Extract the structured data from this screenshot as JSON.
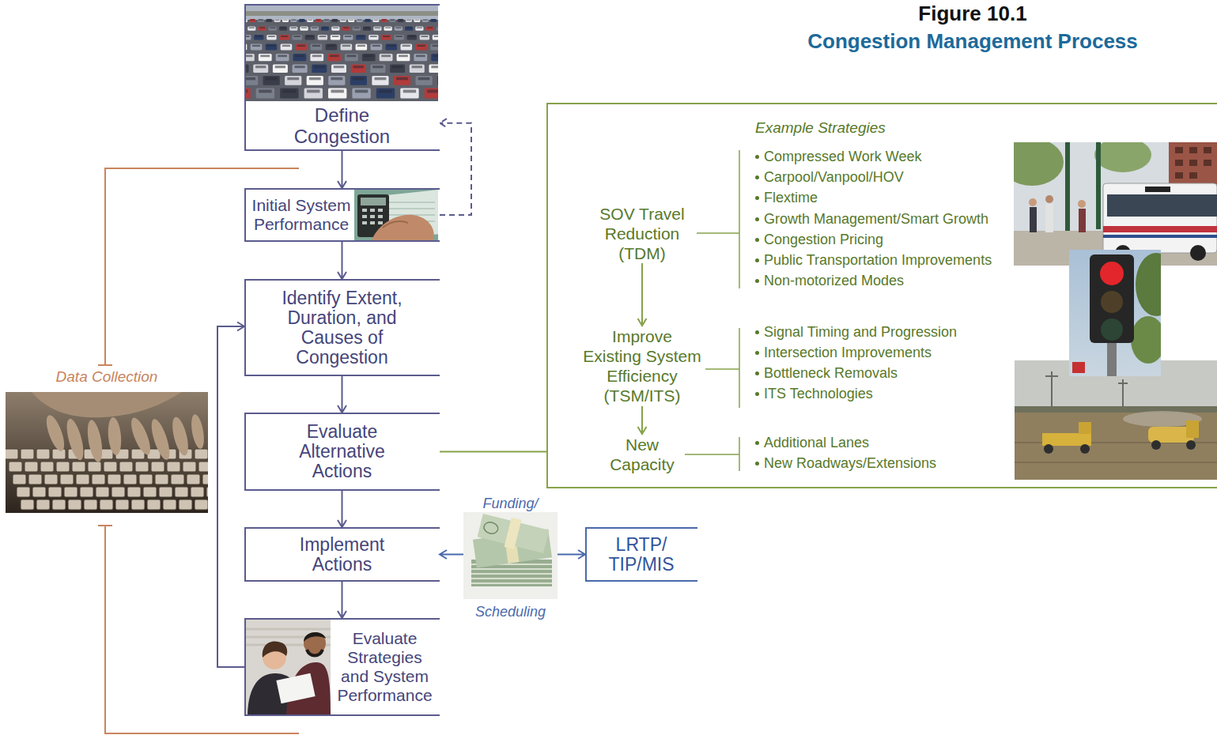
{
  "diagram": {
    "title": "Congestion Management Process",
    "nodes": [
      {
        "text": [
          "Define Congestion"
        ]
      },
      {
        "text": [
          "Initial System Performance"
        ]
      },
      {
        "text": [
          "Identify Extent, Duration, and Causes of Congestion"
        ]
      },
      {
        "text": [
          "Evaluate Alternative Actions"
        ]
      },
      {
        "text": [
          "Implement Actions"
        ]
      },
      {
        "text": [
          "Evaluate Strategies and System Performance"
        ]
      },
      {
        "text": [
          "Data Collection"
        ]
      },
      {
        "text": [
          "Funding/",
          "Scheduling"
        ]
      },
      {
        "text": [
          "LRTP/ TIP/MIS"
        ]
      },
      {
        "text": [
          "Example Strategies"
        ]
      },
      {
        "text": [
          "SOV Travel Reduction (TDM)"
        ],
        "in": 9
      },
      {
        "text": [
          "Improve Existing System Efficiency (TSM/ITS)"
        ],
        "in": 9
      },
      {
        "text": [
          "New Capacity"
        ],
        "in": 9
      }
    ],
    "edges": [
      {
        "from": 0,
        "to": 1,
        "arrow": "to"
      },
      {
        "from": 1,
        "to": 0,
        "arrow": "to"
      },
      {
        "from": 1,
        "to": 2,
        "arrow": "to"
      },
      {
        "from": 2,
        "to": 3,
        "arrow": "to"
      },
      {
        "from": 3,
        "to": 4,
        "arrow": "to"
      },
      {
        "from": 4,
        "to": 5,
        "arrow": "to"
      },
      {
        "from": 5,
        "to": 2,
        "arrow": "to"
      },
      {
        "from": 3,
        "to": 9,
        "arrow": "none"
      },
      {
        "from": 10,
        "to": 11,
        "arrow": "to"
      },
      {
        "from": 11,
        "to": 12,
        "arrow": "to"
      },
      {
        "from": 7,
        "to": 4,
        "arrow": "to"
      },
      {
        "from": 7,
        "to": 8,
        "arrow": "to"
      }
    ],
    "labels": [
      "Figure 10.1",
      "Compressed Work Week",
      "Carpool/Vanpool/HOV",
      "Flextime",
      "Growth Management/Smart Growth",
      "Congestion Pricing",
      "Public Transportation Improvements",
      "Non-motorized Modes",
      "Signal Timing and Progression",
      "Intersection Improvements",
      "Bottleneck Removals",
      "ITS Technologies",
      "Additional Lanes",
      "New Roadways/Extensions"
    ]
  }
}
